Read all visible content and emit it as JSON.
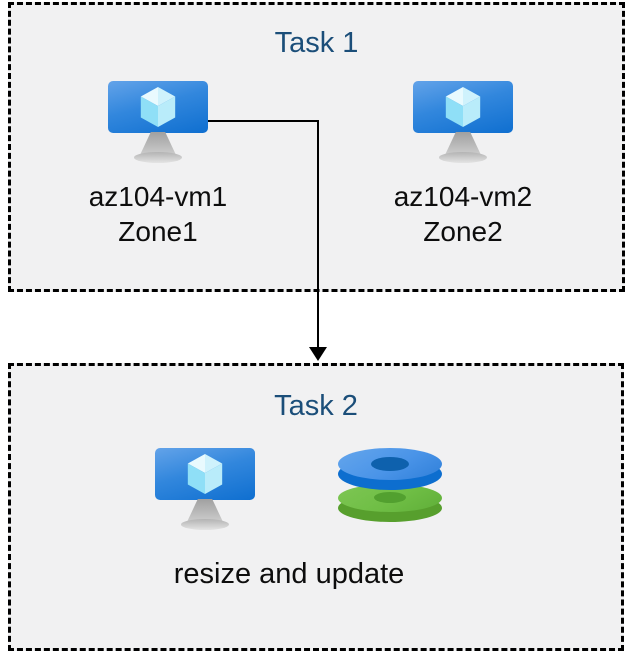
{
  "colors": {
    "box_background": "#f1f1f2",
    "box_border": "#000000",
    "title_text": "#1b4e79",
    "body_text": "#0d0d0d",
    "vm_screen_blue": "#0f6fd0",
    "cube_cyan": "#b9ecfa",
    "disk_blue": "#4a94e8",
    "disk_green": "#6fbe45"
  },
  "icons": {
    "vm": "virtual-machine-icon",
    "disks": "disks-icon",
    "connector": "down-arrow-connector"
  },
  "task1": {
    "title": "Task 1",
    "vms": [
      {
        "name": "az104-vm1",
        "zone": "Zone1"
      },
      {
        "name": "az104-vm2",
        "zone": "Zone2"
      }
    ]
  },
  "task2": {
    "title": "Task 2",
    "caption": "resize and update"
  }
}
